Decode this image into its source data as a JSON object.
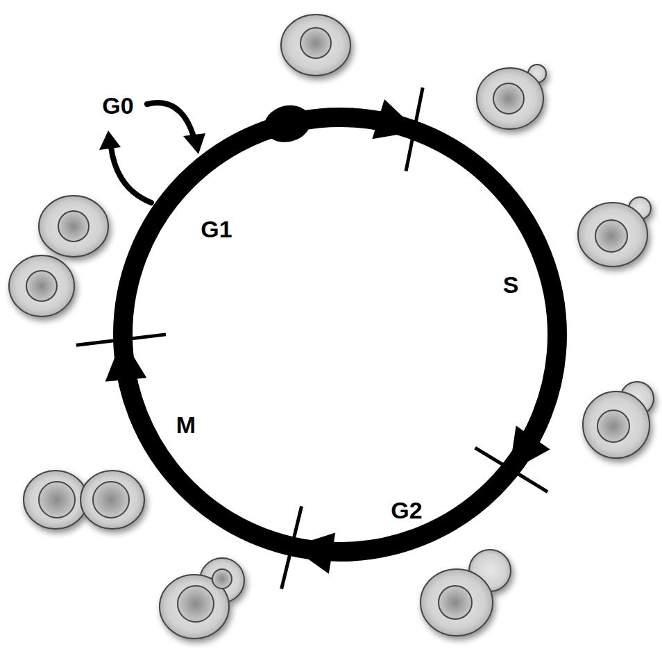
{
  "diagram": {
    "labels": [
      "G0",
      "G1",
      "S",
      "G2",
      "M"
    ]
  }
}
